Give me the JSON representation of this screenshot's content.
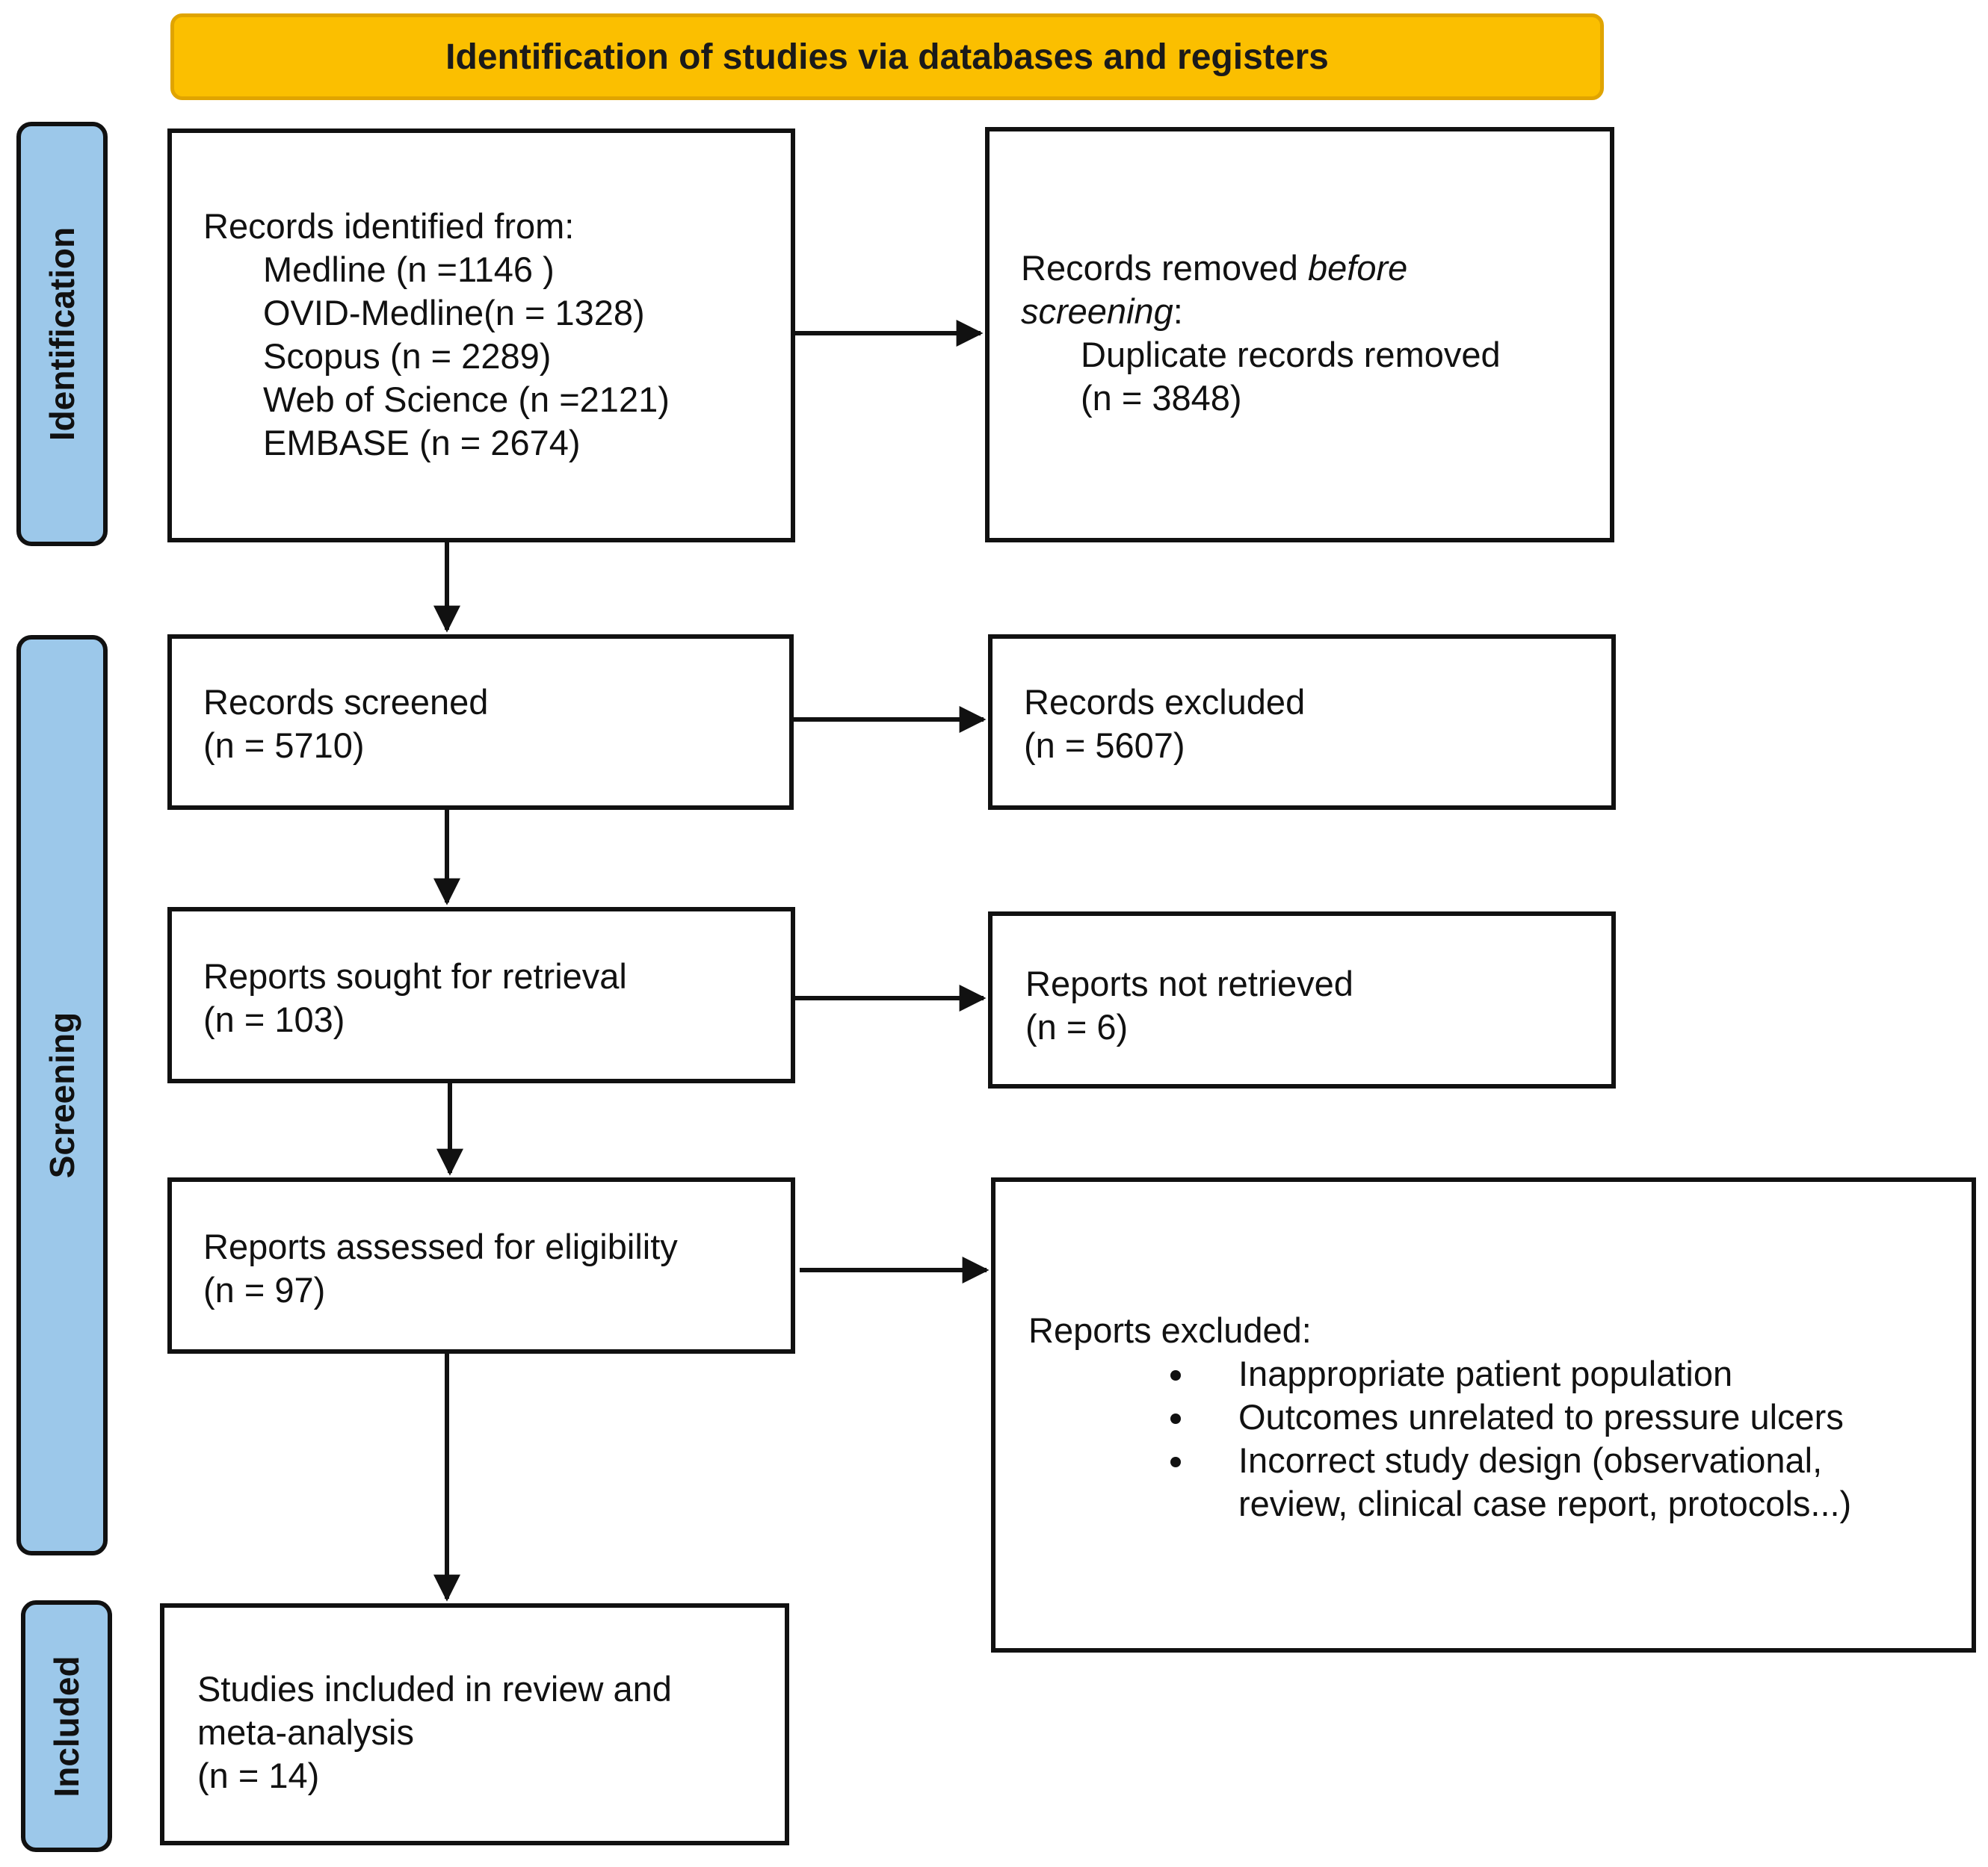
{
  "header": {
    "title": "Identification of studies via databases and registers",
    "color": "#fbbf00"
  },
  "phases": {
    "identification": "Identification",
    "screening": "Screening",
    "included": "Included",
    "color": "#9cc8ea"
  },
  "identified": {
    "heading": "Records identified from:",
    "sources": [
      "Medline (n =1146 )",
      "OVID-Medline(n = 1328)",
      "Scopus (n = 2289)",
      "Web of Science (n =2121)",
      "EMBASE (n = 2674)"
    ]
  },
  "removed": {
    "heading_prefix": "Records removed ",
    "heading_emphasis": "before",
    "heading_emphasis_2": "screening",
    "heading_suffix": ":",
    "item": "Duplicate records removed",
    "count": "(n = 3848)"
  },
  "screened": {
    "label": "Records screened",
    "count": "(n = 5710)"
  },
  "excluded": {
    "label": "Records excluded",
    "count": "(n = 5607)"
  },
  "sought": {
    "label": "Reports sought for retrieval",
    "count": "(n = 103)"
  },
  "not_retrieved": {
    "label": "Reports not retrieved",
    "count": "(n = 6)"
  },
  "assessed": {
    "label": "Reports assessed for eligibility",
    "count": "(n = 97)"
  },
  "reports_excluded": {
    "heading": "Reports excluded:",
    "reasons": [
      "Inappropriate patient population",
      "Outcomes unrelated to pressure ulcers",
      "Incorrect study design (observational,",
      "review, clinical case report, protocols...)"
    ]
  },
  "included_studies": {
    "line1": "Studies included in review and",
    "line2": "meta-analysis",
    "count": "(n = 14)"
  }
}
